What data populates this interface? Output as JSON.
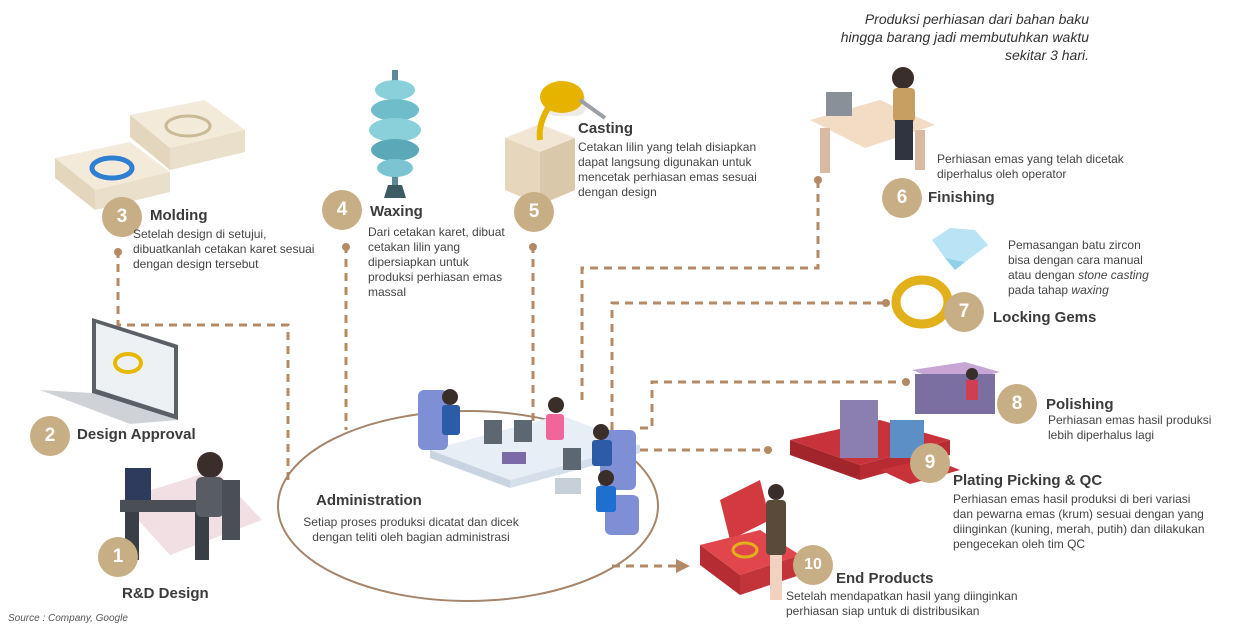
{
  "note": [
    "Produksi perhiasan dari bahan baku",
    "hingga barang jadi membutuhkan waktu",
    "sekitar 3 hari."
  ],
  "source": "Source : Company, Google",
  "admin": {
    "title": "Administration",
    "desc": [
      "Setiap proses produksi dicatat dan dicek",
      "dengan teliti oleh bagian administrasi"
    ]
  },
  "steps": [
    {
      "num": "1",
      "title": "R&D Design",
      "desc": []
    },
    {
      "num": "2",
      "title": "Design Approval",
      "desc": []
    },
    {
      "num": "3",
      "title": "Molding",
      "desc": [
        "Setelah design di setujui,",
        "dibuatkanlah cetakan karet sesuai",
        "dengan design tersebut"
      ]
    },
    {
      "num": "4",
      "title": "Waxing",
      "desc": [
        "Dari cetakan karet, dibuat",
        "cetakan lilin yang",
        "dipersiapkan untuk",
        "produksi perhiasan emas",
        "massal"
      ]
    },
    {
      "num": "5",
      "title": "Casting",
      "desc": [
        "Cetakan lilin yang telah disiapkan",
        "dapat langsung digunakan untuk",
        "mencetak perhiasan emas sesuai",
        "dengan design"
      ]
    },
    {
      "num": "6",
      "title": "Finishing",
      "desc": [
        "Perhiasan emas yang telah dicetak",
        "diperhalus oleh operator"
      ]
    },
    {
      "num": "7",
      "title": "Locking Gems",
      "desc_parts": [
        {
          "text": "Pemasangan batu zircon",
          "italic": false
        },
        {
          "text": "bisa dengan cara manual",
          "italic": false
        },
        {
          "text": "atau dengan ",
          "italic": false,
          "more": {
            "text": "stone casting",
            "italic": true
          }
        },
        {
          "text": "pada tahap ",
          "italic": false,
          "more": {
            "text": "waxing",
            "italic": true
          }
        }
      ]
    },
    {
      "num": "8",
      "title": "Polishing",
      "desc": [
        "Perhiasan emas hasil produksi",
        "lebih diperhalus lagi"
      ]
    },
    {
      "num": "9",
      "title": "Plating Picking & QC",
      "desc": [
        "Perhiasan emas hasil produksi di beri variasi",
        "dan pewarna emas (krum) sesuai dengan yang",
        "diinginkan (kuning, merah, putih) dan dilakukan",
        "pengecekan oleh tim QC"
      ]
    },
    {
      "num": "10",
      "title": "End Products",
      "desc": [
        "Setelah mendapatkan hasil yang diinginkan",
        "perhiasan siap untuk di distribusikan"
      ]
    }
  ],
  "colors": {
    "accent": "#c7ae84",
    "connector": "#b48a66",
    "ellipse": "#a5856b",
    "text": "#3b3b3b"
  }
}
